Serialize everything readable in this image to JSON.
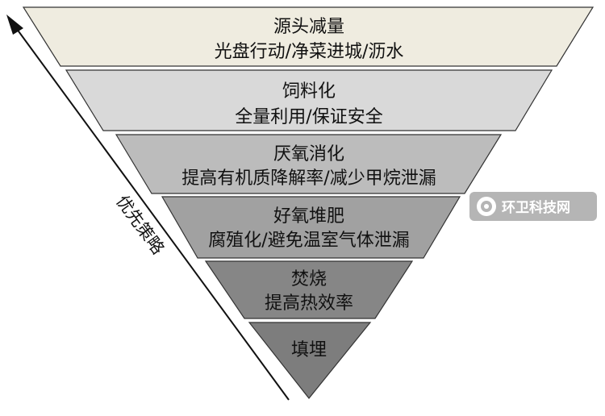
{
  "diagram": {
    "arrow_label": "优先策略",
    "tiers": [
      {
        "line1": "源头减量",
        "line2": "光盘行动/净菜进城/沥水",
        "fill": "#efece0"
      },
      {
        "line1": "饲料化",
        "line2": "全量利用/保证安全",
        "fill": "#d9d9d9"
      },
      {
        "line1": "厌氧消化",
        "line2": "提高有机质降解率/减少甲烷泄漏",
        "fill": "#bcbcbc"
      },
      {
        "line1": "好氧堆肥",
        "line2": "腐殖化/避免温室气体泄漏",
        "fill": "#a1a1a1"
      },
      {
        "line1": "焚烧",
        "line2": "提高热效率",
        "fill": "#868686"
      },
      {
        "line1": "填埋",
        "line2": "",
        "fill": "#7d7d7d"
      }
    ]
  },
  "watermark": {
    "text": "环卫科技网",
    "color": "#b5b5b5"
  }
}
